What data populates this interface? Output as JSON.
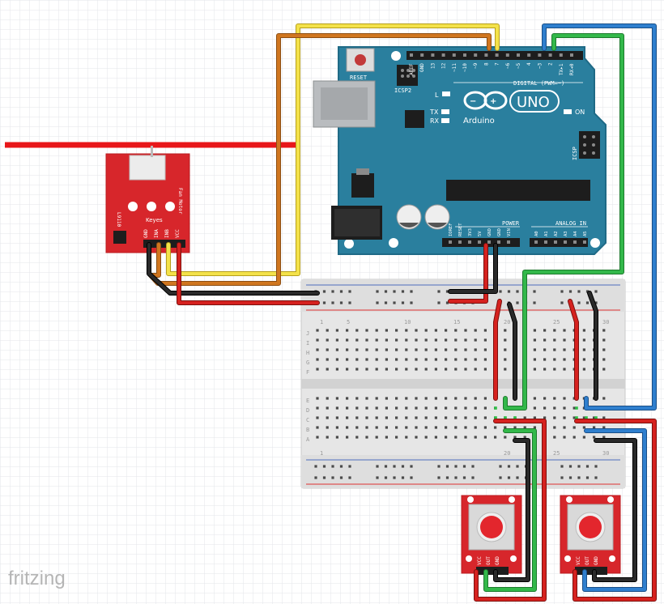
{
  "app": {
    "watermark": "fritzing"
  },
  "colors": {
    "grid": "#e3e6ea",
    "board": "#2a7f9e",
    "board_dark": "#1f6a86",
    "breadboard": "#e8e8e8",
    "module_red": "#d7262b",
    "wire_red": "#d6221f",
    "wire_yellow": "#f4e24a",
    "wire_orange": "#d0761f",
    "wire_black": "#2a2a2a",
    "wire_green": "#33b84a",
    "wire_blue": "#2f7fce"
  },
  "arduino": {
    "brand": "Arduino",
    "model": "UNO",
    "reset_label": "RESET",
    "icsp2_label": "ICSP2",
    "icsp_label": "ICSP",
    "led_l": "L",
    "led_tx": "TX",
    "led_rx": "RX",
    "on_label": "ON",
    "digital_label": "DIGITAL (PWM=~)",
    "power_label": "POWER",
    "analog_label": "ANALOG IN",
    "digital_pins": [
      "AREF",
      "GND",
      "13",
      "12",
      "~11",
      "~10",
      "~9",
      "8",
      "7",
      "~6",
      "~5",
      "4",
      "~3",
      "2",
      "TX▸1",
      "RX◂0"
    ],
    "power_pins": [
      "IOREF",
      "RESET",
      "3V3",
      "5V",
      "GND",
      "GND",
      "VIN"
    ],
    "analog_pins": [
      "A0",
      "A1",
      "A2",
      "A3",
      "A4",
      "A5"
    ]
  },
  "fan_module": {
    "brand": "Keyes",
    "chip": "L9110",
    "title": "Fan Motor",
    "pins": [
      "GND",
      "INA",
      "INB",
      "VCC"
    ]
  },
  "breadboard": {
    "col_numbers": [
      "1",
      "5",
      "10",
      "15",
      "20",
      "25",
      "30"
    ],
    "row_letters_top": [
      "J",
      "I",
      "H",
      "G",
      "F"
    ],
    "row_letters_bottom": [
      "E",
      "D",
      "C",
      "B",
      "A"
    ]
  },
  "buttons": [
    {
      "pins": [
        "VCC",
        "OUT",
        "GND"
      ]
    },
    {
      "pins": [
        "VCC",
        "OUT",
        "GND"
      ]
    }
  ]
}
